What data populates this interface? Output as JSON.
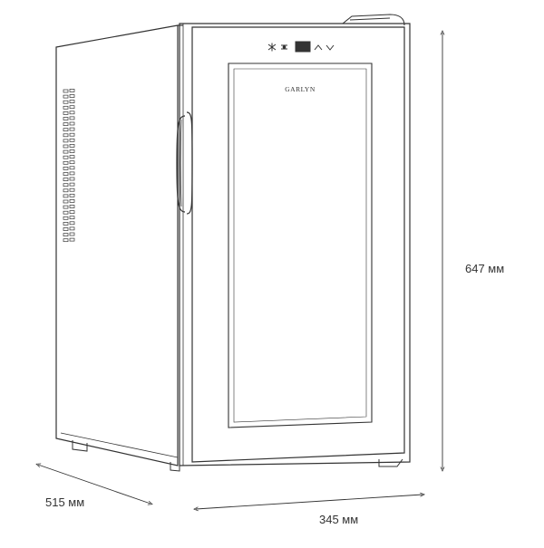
{
  "product": {
    "brand_label": "GARLYN",
    "control_panel_icons": [
      "snowflake-icon",
      "light-toggle-icon",
      "display-panel",
      "chevron-up-icon",
      "chevron-down-icon"
    ]
  },
  "dimensions": {
    "height": "647 мм",
    "width": "345 мм",
    "depth": "515 мм"
  },
  "colors": {
    "line": "#333333",
    "display": "#333333",
    "background": "#ffffff"
  }
}
